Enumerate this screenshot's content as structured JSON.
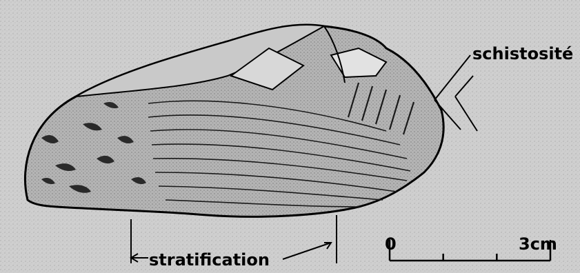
{
  "figure": {
    "labels": {
      "schistosity": "schistosité",
      "stratification": "stratification"
    },
    "scale_bar": {
      "start_label": "0",
      "end_label": "3cm",
      "length_cm": 3,
      "tick_count": 3
    },
    "colors": {
      "background": "#cfcfcf",
      "ink": "#000000",
      "rock_light": "#bdbdbd",
      "rock_mid": "#a8a8a8"
    }
  }
}
